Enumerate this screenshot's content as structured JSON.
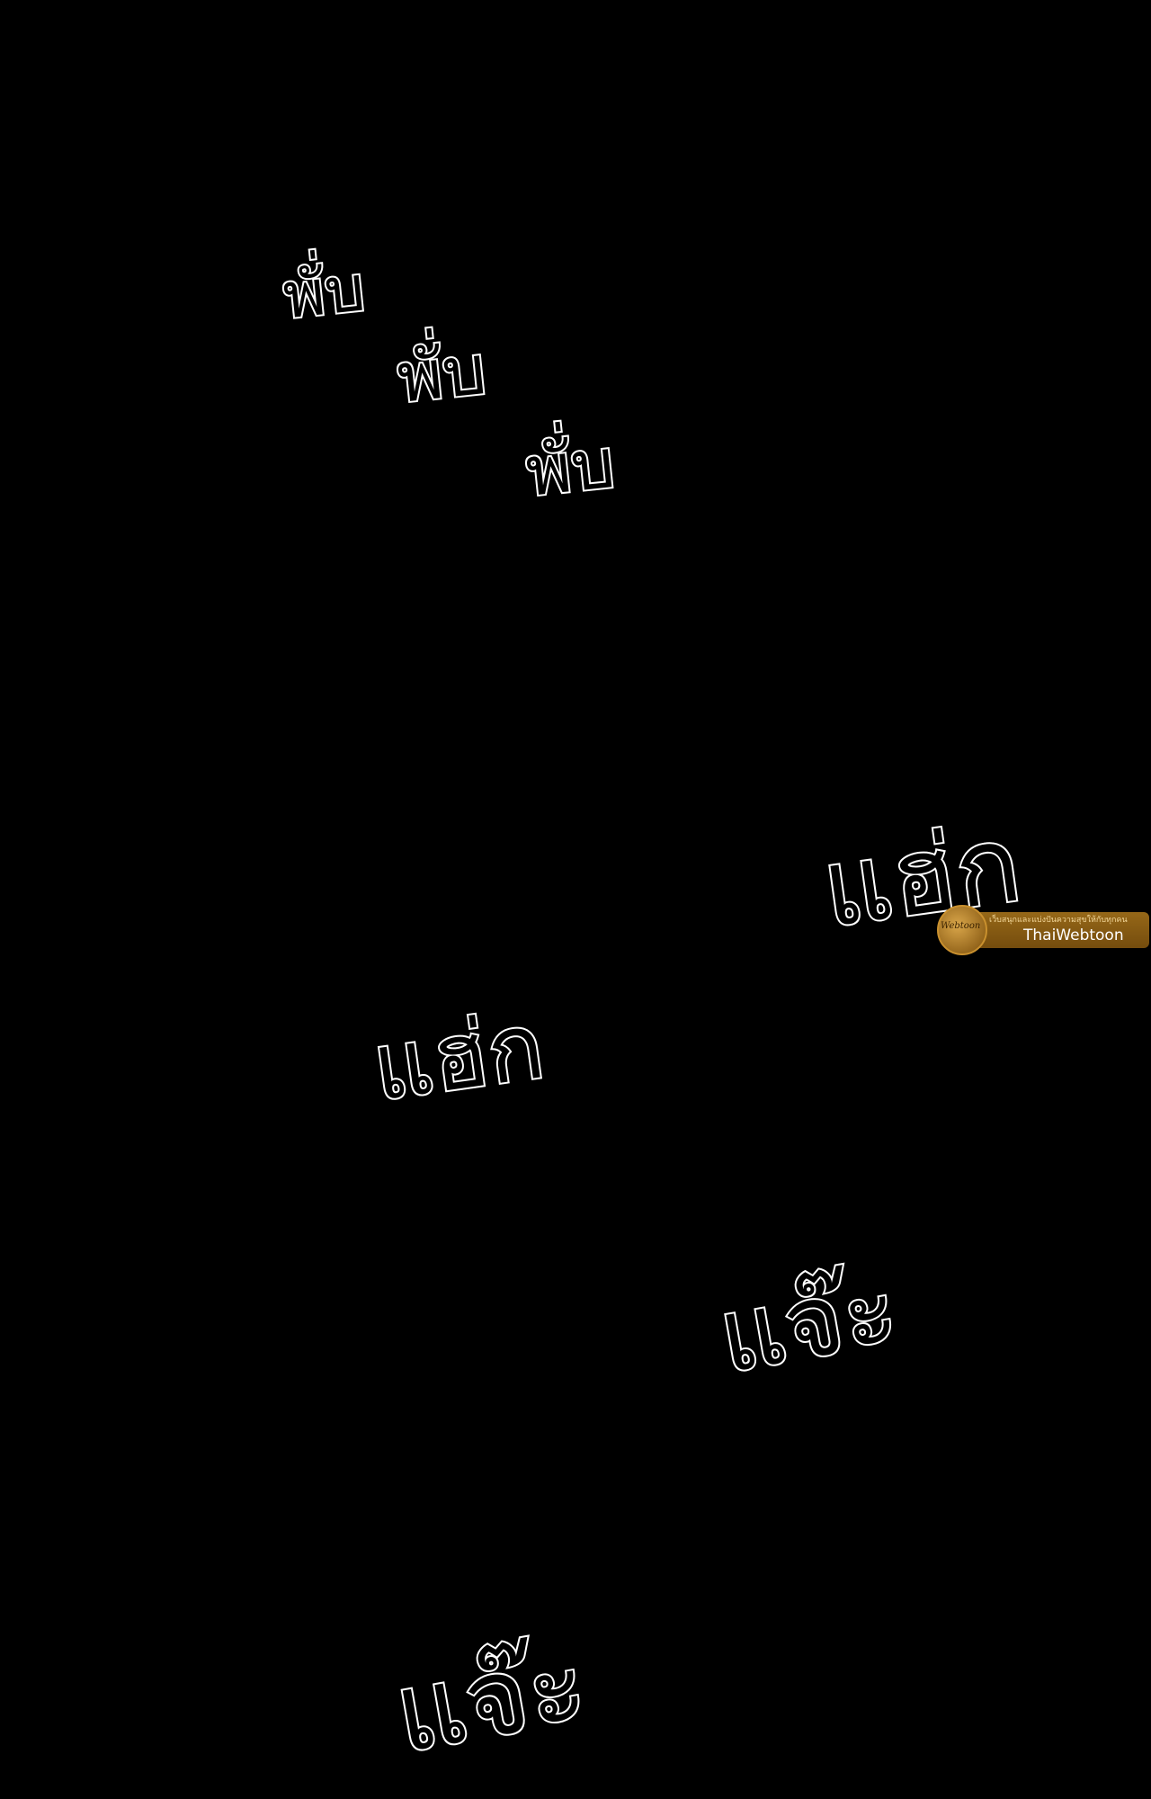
{
  "sound_effects": {
    "phib_1": "พั่บ",
    "phib_2": "พั่บ",
    "phib_3": "พั่บ",
    "haek_1": "แฮ่ก",
    "haek_2": "แฮ่ก",
    "jae_1": "แจ๊ะ",
    "jae_2": "แจ๊ะ"
  },
  "watermark": {
    "logo_text": "Webtoon",
    "tagline": "เว็บสนุกและแบ่งปันความสุขให้กับทุกคน",
    "name": "ThaiWebtoon"
  },
  "colors": {
    "background": "#000000",
    "text_outline": "#ffffff",
    "watermark_accent": "#b07a1c"
  }
}
